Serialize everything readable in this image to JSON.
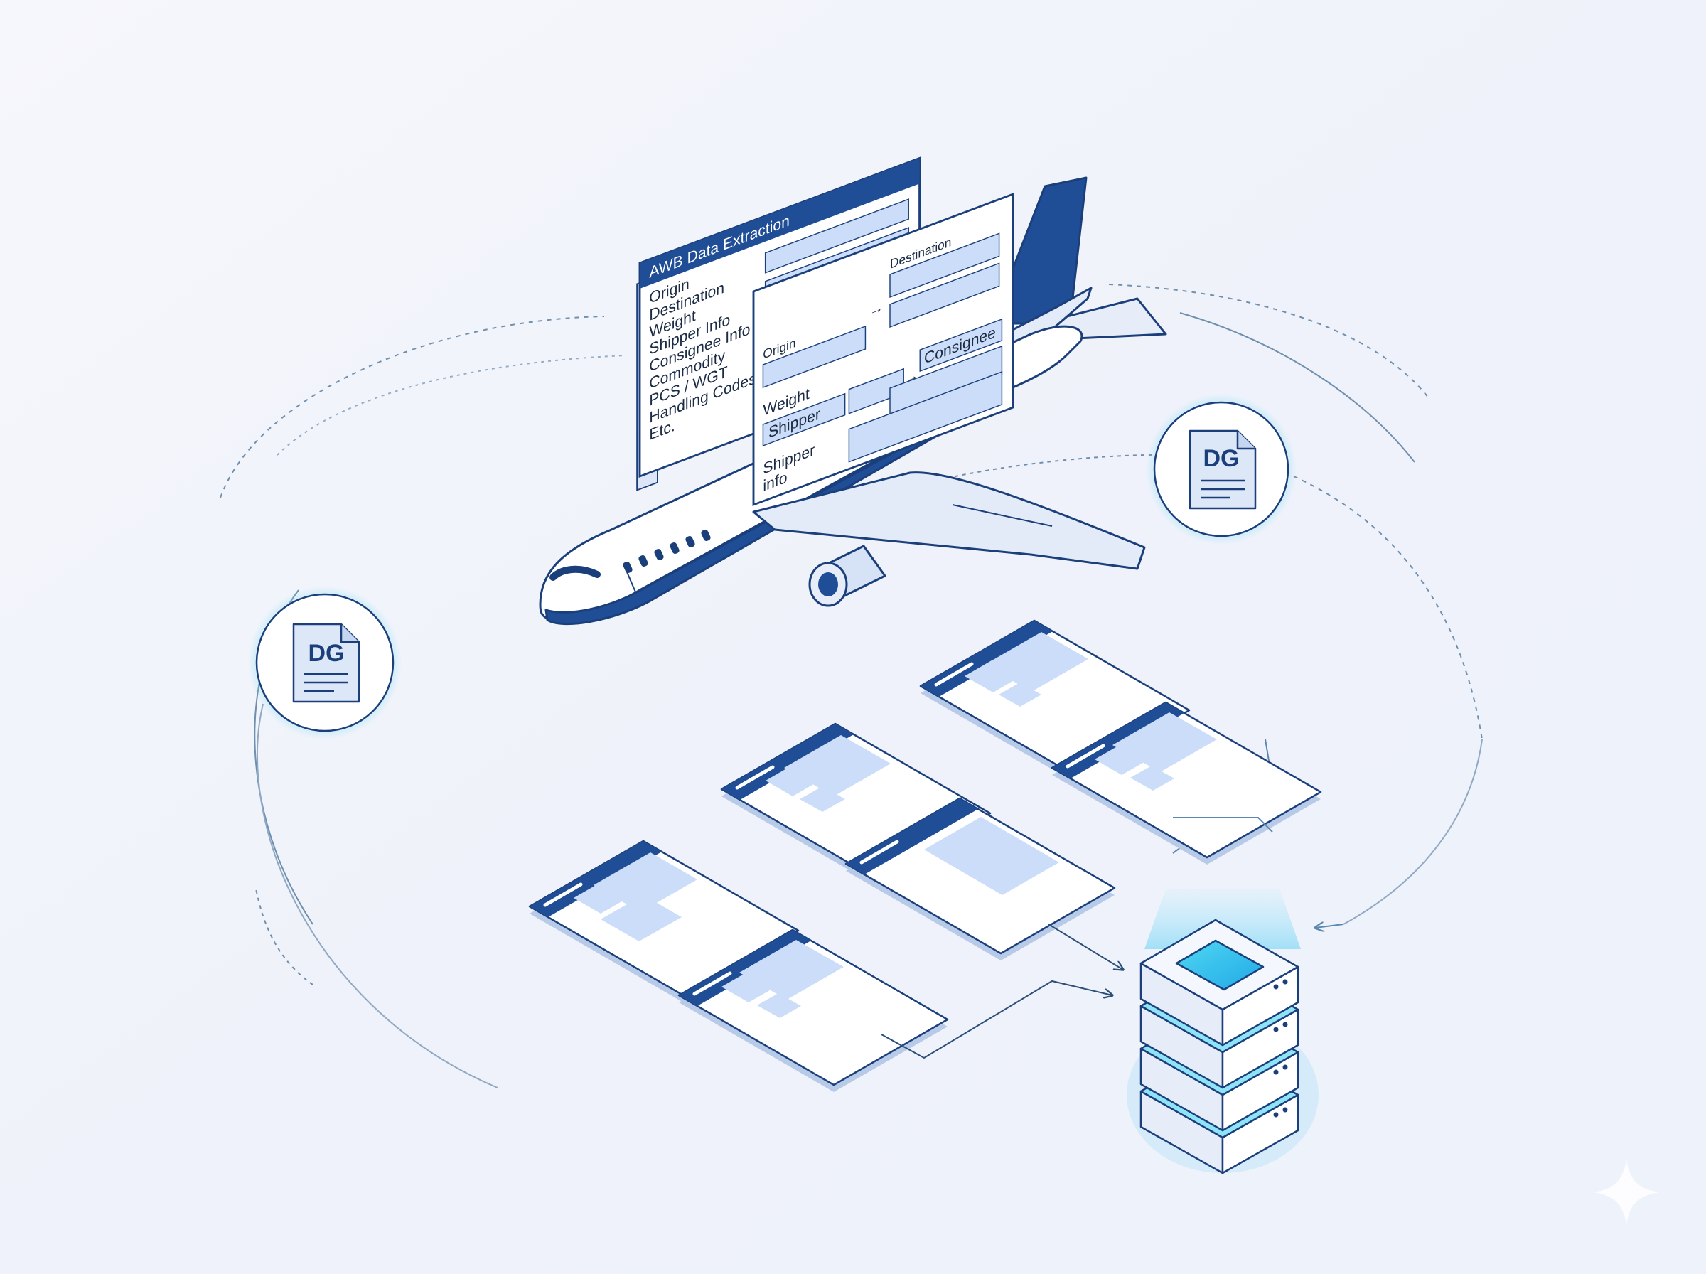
{
  "awb_panel": {
    "title": "AWB Data Extraction",
    "fields": [
      "Origin",
      "Destination",
      "Weight",
      "Shipper Info",
      "Consignee Info",
      "Commodity",
      "PCS / WGT",
      "Handling Codes",
      "Etc."
    ]
  },
  "form_panel": {
    "origin_label": "Origin",
    "destination_label": "Destination",
    "weight_label": "Weight",
    "shipper_chip": "Shipper",
    "consignee_chip": "Consignee",
    "shipper_info_label_1": "Shipper",
    "shipper_info_label_2": "info"
  },
  "dg_badges": [
    {
      "label": "DG"
    },
    {
      "label": "DG"
    }
  ],
  "colors": {
    "navy": "#1F4E96",
    "outline": "#1B3F7A",
    "light_block": "#CBDDF8",
    "glow": "#6FD3F5",
    "background": "#F1F4FB"
  },
  "icons": [
    "airplane-icon",
    "document-icon",
    "server-stack-icon",
    "sparkle-icon"
  ]
}
